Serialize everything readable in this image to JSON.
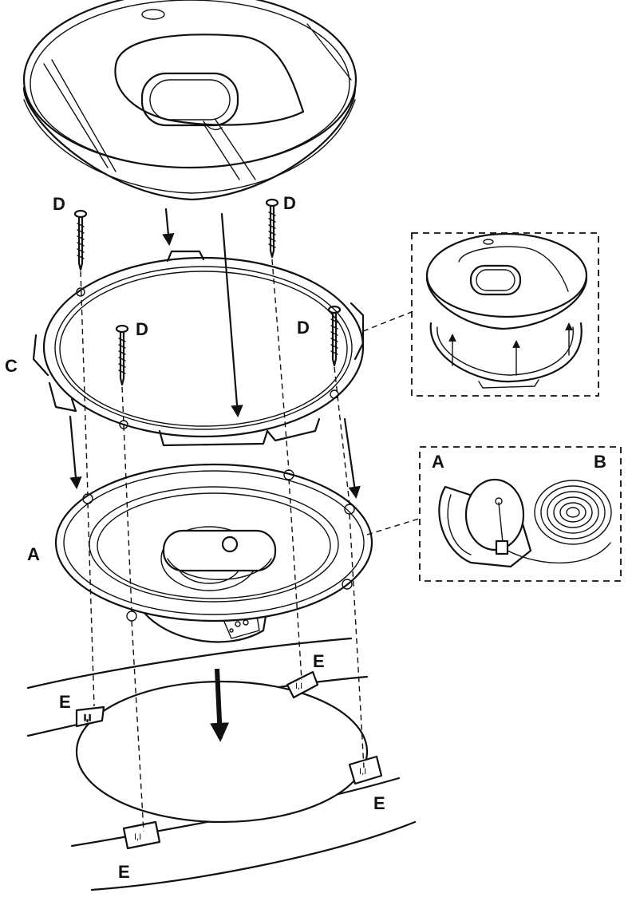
{
  "labels": {
    "a_main": "A",
    "c_ring": "C",
    "d_screw_1": "D",
    "d_screw_2": "D",
    "d_screw_3": "D",
    "d_screw_4": "D",
    "e_clip_1": "E",
    "e_clip_2": "E",
    "e_clip_3": "E",
    "e_clip_4": "E",
    "inset_a": "A",
    "inset_b": "B"
  },
  "clip_marks": {
    "clip_1": "I,I",
    "clip_2": "I,I",
    "clip_3": "I,I",
    "clip_4": "I,I"
  },
  "colors": {
    "line": "#111111",
    "background": "#ffffff"
  }
}
